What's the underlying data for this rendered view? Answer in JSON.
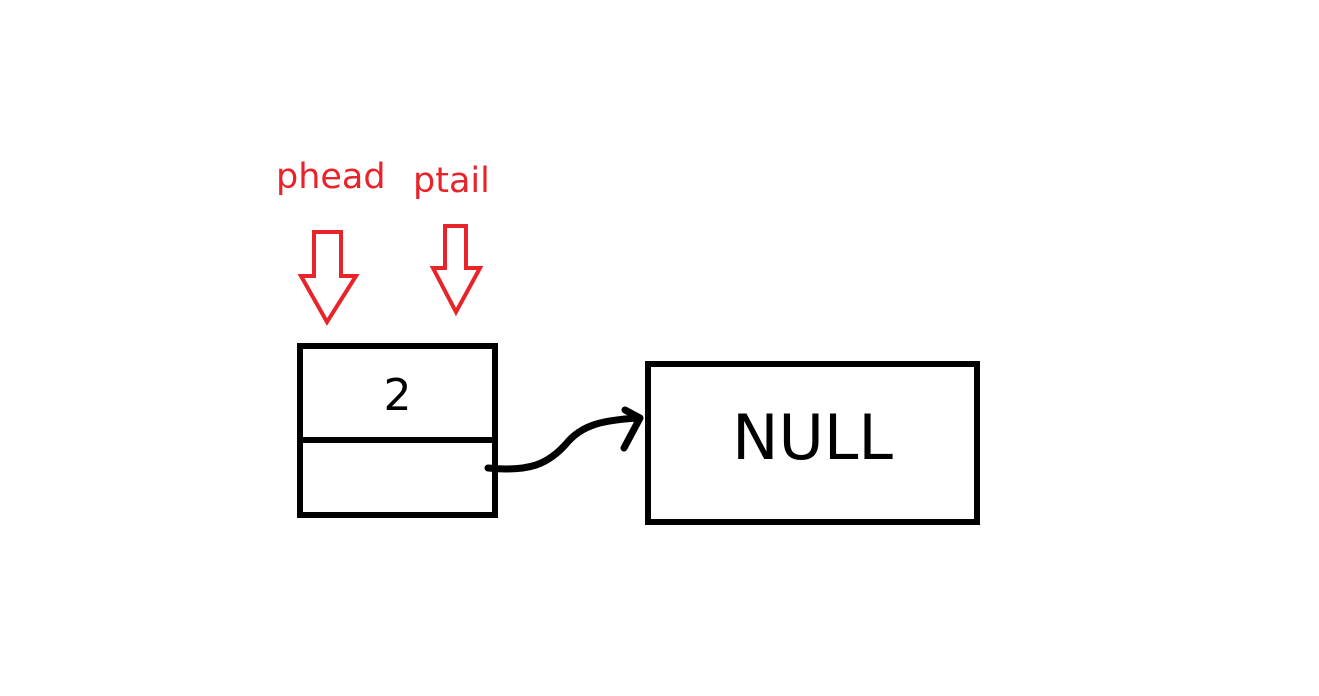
{
  "pointers": {
    "head_label": "phead",
    "tail_label": "ptail"
  },
  "nodes": {
    "first_value": "2",
    "null_label": "NULL"
  },
  "colors": {
    "pointer": "#e8242b",
    "stroke": "#000000",
    "background": "#ffffff"
  }
}
